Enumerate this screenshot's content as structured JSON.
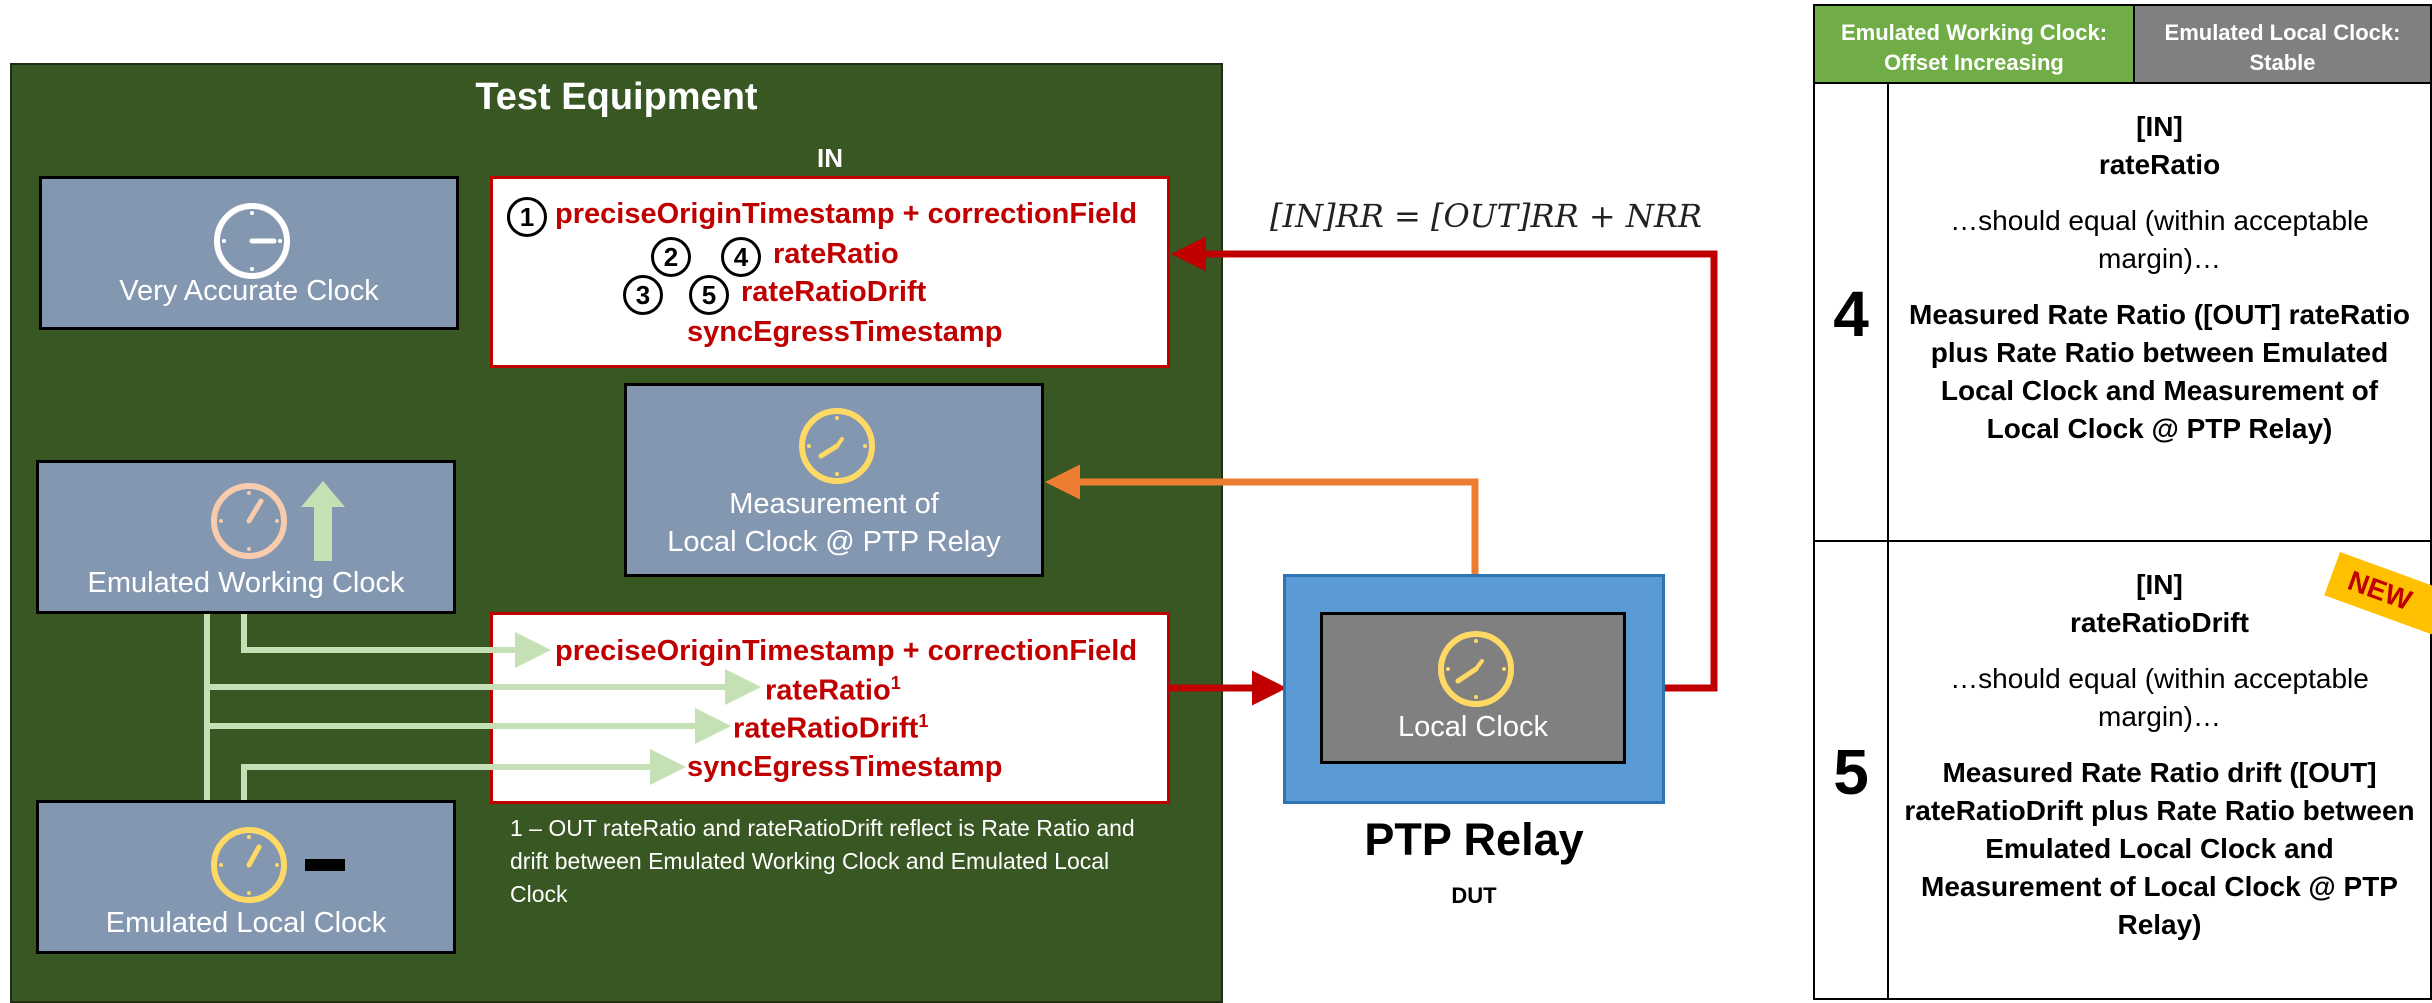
{
  "test_equipment": {
    "title": "Test Equipment",
    "in_label": "IN",
    "clocks": {
      "very_accurate": "Very Accurate Clock",
      "measurement_line1": "Measurement of",
      "measurement_line2": "Local Clock @ PTP Relay",
      "emulated_working": "Emulated Working Clock",
      "emulated_local": "Emulated Local Clock"
    },
    "in_fields": {
      "precise": "preciseOriginTimestamp + correctionField",
      "rate_ratio": "rateRatio",
      "rate_ratio_drift": "rateRatioDrift",
      "sync_egress": "syncEgressTimestamp"
    },
    "step_numbers": [
      "1",
      "2",
      "3",
      "4",
      "5"
    ],
    "out_fields": {
      "precise": "preciseOriginTimestamp + correctionField",
      "rate_ratio": "rateRatio",
      "rate_ratio_drift": "rateRatioDrift",
      "sync_egress": "syncEgressTimestamp",
      "superscript": "1"
    },
    "footnote": "1 – OUT rateRatio and rateRatioDrift reflect is Rate Ratio and drift between Emulated Working Clock and Emulated Local Clock"
  },
  "formula": "[IN]RR = [OUT]RR + NRR",
  "ptp_relay": {
    "local_clock": "Local Clock",
    "title": "PTP Relay",
    "subtitle": "DUT"
  },
  "table": {
    "header_left": "Emulated Working Clock: Offset Increasing",
    "header_right": "Emulated Local Clock: Stable",
    "rows": [
      {
        "number": "4",
        "line1": "[IN]",
        "line2": "rateRatio",
        "middle": "…should equal (within acceptable margin)…",
        "bottom": "Measured Rate Ratio ([OUT] rateRatio plus Rate Ratio between Emulated Local Clock and Measurement of Local Clock @ PTP Relay)"
      },
      {
        "number": "5",
        "line1": "[IN]",
        "line2": "rateRatioDrift",
        "middle": "…should equal (within acceptable margin)…",
        "bottom": "Measured Rate Ratio drift ([OUT] rateRatioDrift plus Rate Ratio between Emulated Local Clock and Measurement of Local Clock @ PTP Relay)"
      }
    ],
    "new_badge": "NEW"
  },
  "colors": {
    "panel": "#385723",
    "clock_box": "#8497b0",
    "field_red": "#c00000",
    "arrow_green": "#c5e0b4",
    "arrow_orange": "#ed7d31",
    "header_green": "#70ad47",
    "header_gray": "#808080",
    "relay_blue": "#5b9bd5"
  }
}
